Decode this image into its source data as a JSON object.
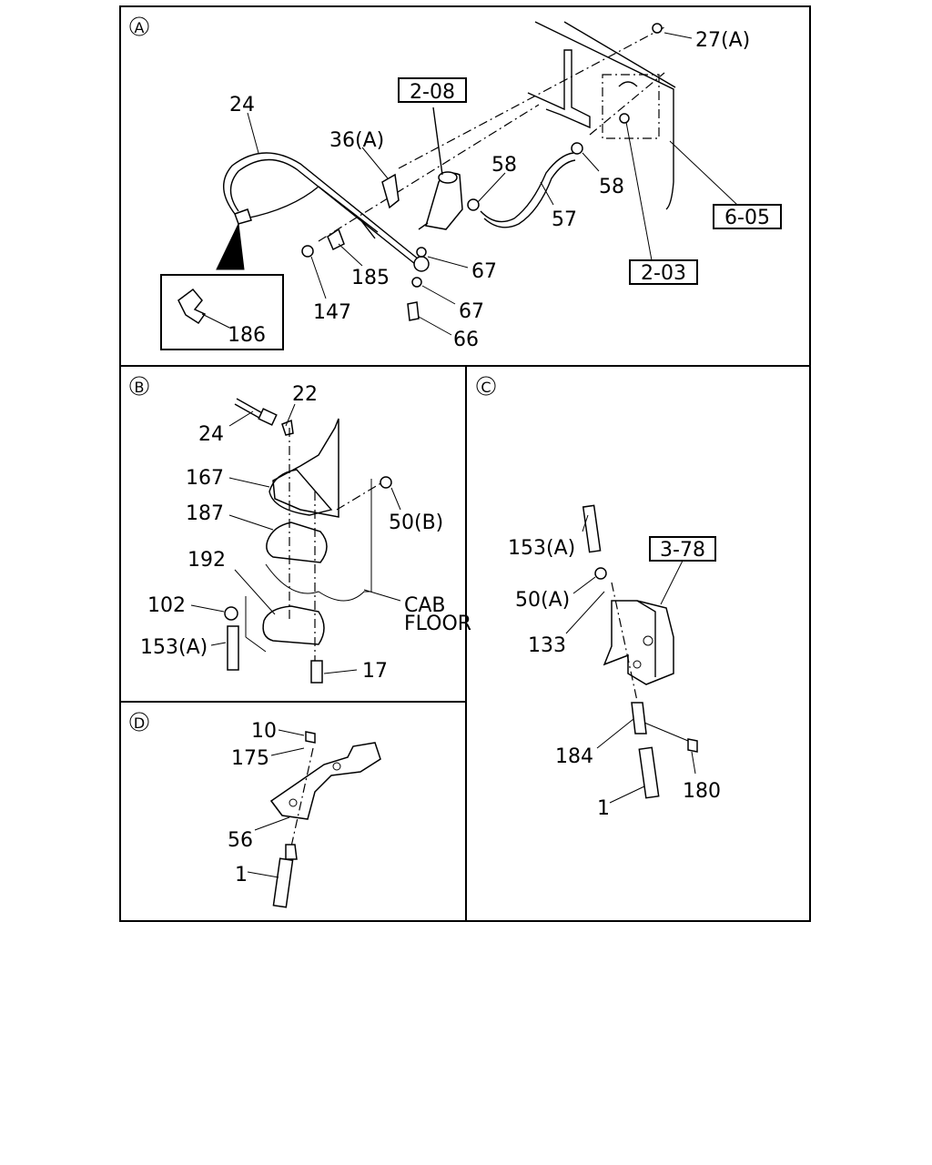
{
  "sections": {
    "a": {
      "marker": "A",
      "labels": {
        "p27a": "27(A)",
        "p24": "24",
        "ref208": "2-08",
        "p36a": "36(A)",
        "p58a": "58",
        "p58b": "58",
        "p57": "57",
        "ref605": "6-05",
        "p67a": "67",
        "p185": "185",
        "p147": "147",
        "p67b": "67",
        "ref203": "2-03",
        "p66": "66",
        "p186": "186"
      }
    },
    "b": {
      "marker": "B",
      "labels": {
        "p22": "22",
        "p24": "24",
        "p167": "167",
        "p187": "187",
        "p50b": "50(B)",
        "p192": "192",
        "cab": "CAB",
        "floor": "FLOOR",
        "p102": "102",
        "p153a": "153(A)",
        "p17": "17"
      }
    },
    "c": {
      "marker": "C",
      "labels": {
        "p153a": "153(A)",
        "ref378": "3-78",
        "p50a": "50(A)",
        "p133": "133",
        "p184": "184",
        "p180": "180",
        "p1": "1"
      }
    },
    "d": {
      "marker": "D",
      "labels": {
        "p10": "10",
        "p175": "175",
        "p56": "56",
        "p1": "1"
      }
    }
  }
}
